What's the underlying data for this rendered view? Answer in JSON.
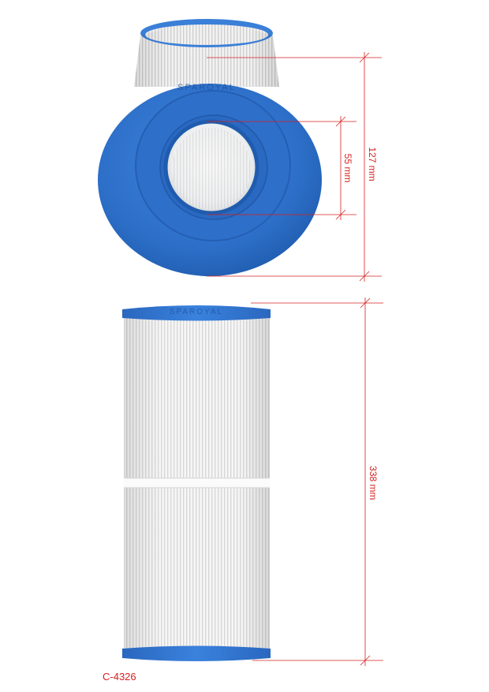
{
  "brand": "SPAROYAL",
  "model": "C-4326",
  "dimensions": {
    "outer_diameter": "127 mm",
    "inner_diameter": "55 mm",
    "length": "338 mm"
  },
  "colors": {
    "end_cap": "#2f73cc",
    "end_cap_dark": "#1d58a8",
    "pleat_media": "#f4f4f4",
    "dimension_line": "#d62020"
  }
}
